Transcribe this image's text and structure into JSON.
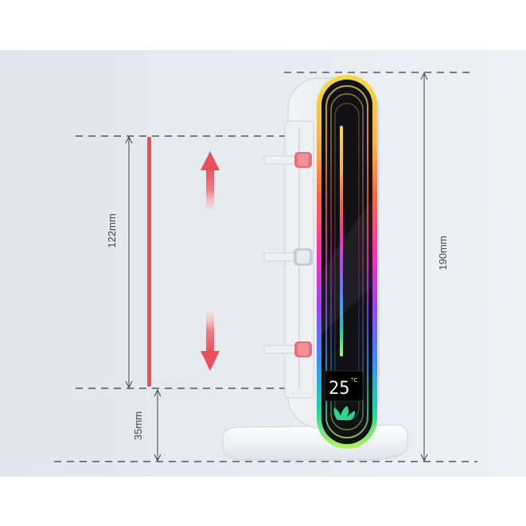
{
  "dimensions": {
    "adjust_range": "122mm",
    "base_height": "35mm",
    "total_height": "190mm"
  },
  "display": {
    "temperature": "25",
    "unit": "°C"
  },
  "colors": {
    "background_panel": "#e7ebf0",
    "dashed_line": "#4d5866",
    "adjust_bar": "#e9505a",
    "arrow": "#e9505a"
  }
}
